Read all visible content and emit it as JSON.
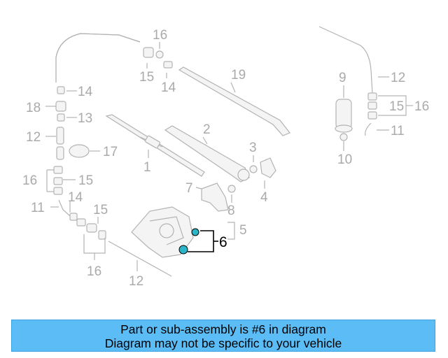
{
  "callouts": [
    "16",
    "15",
    "14",
    "19",
    "14",
    "18",
    "13",
    "12",
    "17",
    "2",
    "1",
    "3",
    "16",
    "15",
    "11",
    "14",
    "15",
    "7",
    "8",
    "4",
    "5",
    "6",
    "16",
    "12",
    "9",
    "12",
    "15",
    "16",
    "11",
    "10"
  ],
  "highlight_color": "#2bb5c9",
  "banner": {
    "line1": "Part or sub-assembly is #6 in diagram",
    "line2": "Diagram may not be specific to your vehicle",
    "background": "#5bbcf6"
  }
}
